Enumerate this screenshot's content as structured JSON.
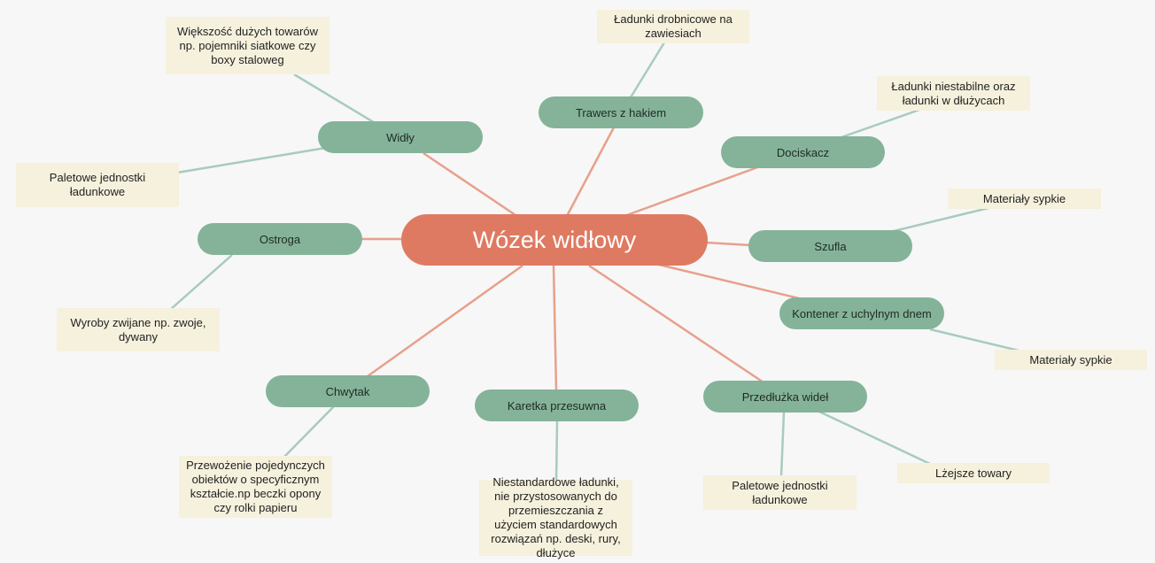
{
  "center": {
    "label": "Wózek widłowy"
  },
  "branches": {
    "widly": "Widły",
    "trawers": "Trawers z hakiem",
    "dociskacz": "Dociskacz",
    "ostroga": "Ostroga",
    "szufla": "Szufla",
    "kontener": "Kontener z uchylnym dnem",
    "chwytak": "Chwytak",
    "karetka": "Karetka przesuwna",
    "przedluzka": "Przedłużka wideł"
  },
  "leaves": {
    "widly_1": "Większość dużych towarów np. pojemniki siatkowe czy boxy staloweg",
    "widly_2": "Paletowe jednostki ładunkowe",
    "trawers_1": "Ładunki drobnicowe na zawiesiach",
    "dociskacz_1": "Ładunki niestabilne oraz ładunki w dłużycach",
    "szufla_1": "Materiały sypkie",
    "kontener_1": "Materiały sypkie",
    "ostroga_1": "Wyroby zwijane np. zwoje, dywany",
    "chwytak_1": "Przewożenie pojedynczych obiektów o specyficznym kształcie.np beczki opony czy rolki papieru",
    "karetka_1": "Niestandardowe ładunki, nie przystosowanych do przemieszczania z użyciem standardowych rozwiązań np. deski, rury, dłużyce",
    "przedluzka_1": "Paletowe jednostki ładunkowe",
    "przedluzka_2": "Lżejsze towary"
  },
  "colors": {
    "center": "#df7a62",
    "branch": "#84b399",
    "leaf": "#f6f1dd",
    "center_link": "#e8a08c",
    "leaf_link": "#a8cbbd",
    "background": "#f7f7f7"
  }
}
